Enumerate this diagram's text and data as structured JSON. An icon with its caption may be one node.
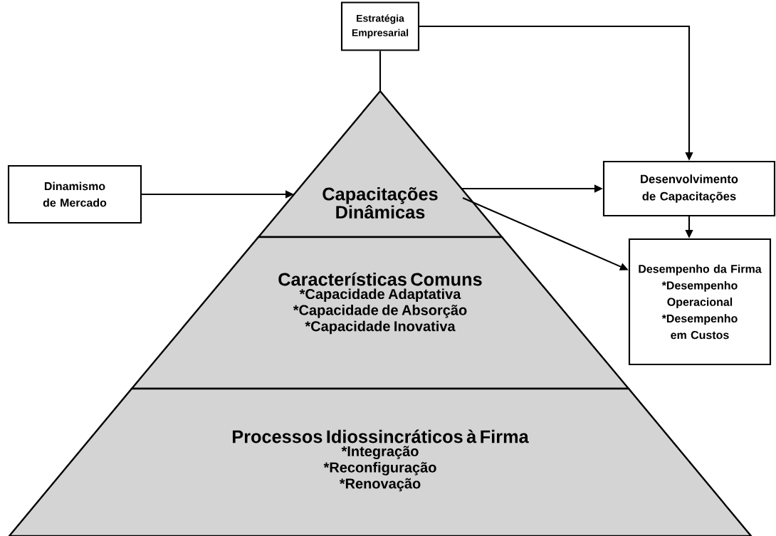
{
  "diagram": {
    "nodes": [
      {
        "text": [
          "Estratégia Empresarial"
        ]
      },
      {
        "text": [
          "Capacitações Dinâmicas"
        ]
      },
      {
        "text": [
          "Características Comuns",
          "*Capacidade Adaptativa",
          "*Capacidade de Absorção",
          "*Capacidade Inovativa"
        ]
      },
      {
        "text": [
          "Processos Idiossincráticos à Firma",
          "*Integração",
          "*Reconfiguração",
          "*Renovação"
        ]
      },
      {
        "text": [
          "Dinamismo de Mercado"
        ]
      },
      {
        "text": [
          "Desenvolvimento de Capacitações"
        ]
      },
      {
        "text": [
          "Desempenho da Firma",
          "*Desempenho Operacional",
          "*Desempenho em Custos"
        ]
      }
    ],
    "edges": [
      {
        "from": 0,
        "to": 1,
        "arrow": "none"
      },
      {
        "from": 0,
        "to": 5,
        "arrow": "to"
      },
      {
        "from": 4,
        "to": 1,
        "arrow": "to"
      },
      {
        "from": 1,
        "to": 5,
        "arrow": "to"
      },
      {
        "from": 1,
        "to": 6,
        "arrow": "to"
      },
      {
        "from": 5,
        "to": 6,
        "arrow": "to"
      }
    ]
  }
}
